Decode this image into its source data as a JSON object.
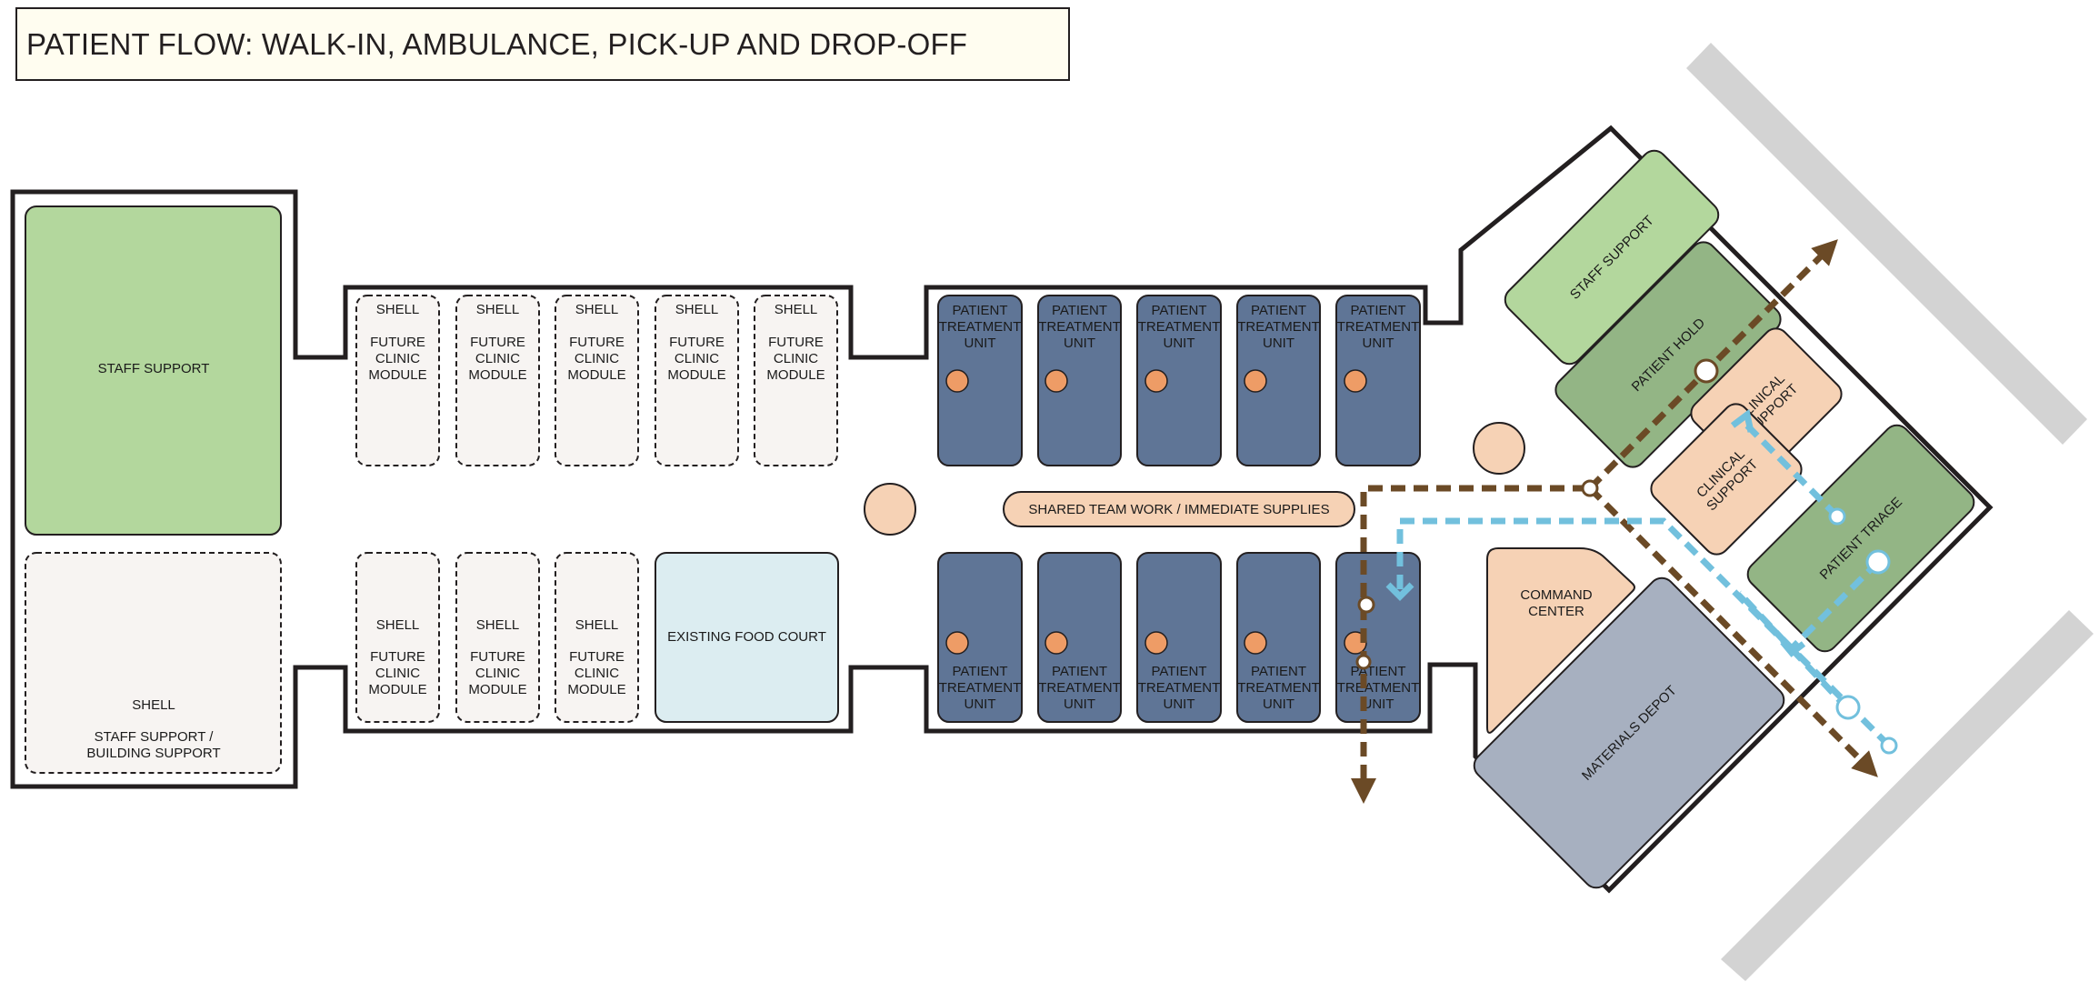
{
  "title": "PATIENT FLOW: WALK-IN, AMBULANCE, PICK-UP AND DROP-OFF",
  "labels": {
    "staff_support": "STAFF SUPPORT",
    "shell": "SHELL",
    "staff_support_building_line1": "STAFF SUPPORT /",
    "staff_support_building_line2": "BUILDING SUPPORT",
    "future_line1": "FUTURE",
    "future_line2": "CLINIC",
    "future_line3": "MODULE",
    "existing_food_court": "EXISTING FOOD COURT",
    "ptu_line1": "PATIENT",
    "ptu_line2": "TREATMENT",
    "ptu_line3": "UNIT",
    "shared_team": "SHARED TEAM WORK / IMMEDIATE SUPPLIES",
    "command_line1": "COMMAND",
    "command_line2": "CENTER",
    "materials_depot": "MATERIALS DEPOT",
    "staff_support_wing": "STAFF SUPPORT",
    "patient_hold": "PATIENT HOLD",
    "clinical_line1": "CLINICAL",
    "clinical_line2": "SUPPORT",
    "patient_triage": "PATIENT TRIAGE"
  },
  "colors": {
    "staff_support_green": "#b3d79d",
    "patient_area_green": "#93b585",
    "ptu_blue": "#5f7596",
    "orange_dot": "#ee9c66",
    "peach": "#f6d2b5",
    "shell_fill": "#f7f4f2",
    "food_court": "#dcedf1",
    "materials_grey": "#a7b0c0",
    "road_grey": "#d3d3d3",
    "outline": "#231f20",
    "flow_brown": "#6b4a26",
    "flow_blue": "#72c0dd",
    "title_fill": "#fffdf0"
  }
}
